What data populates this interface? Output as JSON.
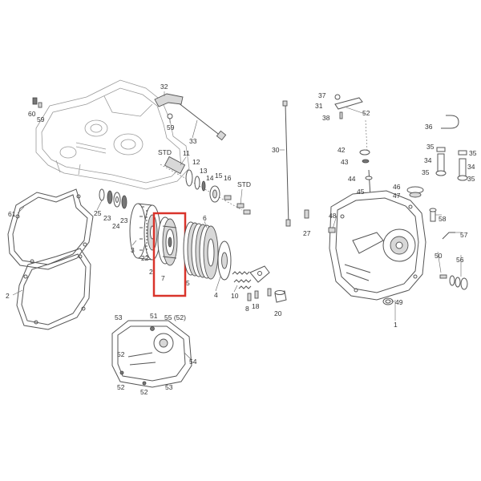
{
  "colors": {
    "line": "#555555",
    "highlight": "#d9342b",
    "background": "#ffffff"
  },
  "callouts": [
    "32",
    "59",
    "33",
    "60",
    "59",
    "STD",
    "11",
    "12",
    "13",
    "14",
    "15",
    "16",
    "STD",
    "25",
    "23",
    "24",
    "23",
    "6",
    "3",
    "22",
    "2",
    "7",
    "5",
    "4",
    "10",
    "8",
    "18",
    "20",
    "30",
    "37",
    "31",
    "52",
    "38",
    "36",
    "35",
    "35",
    "42",
    "43",
    "34",
    "34",
    "35",
    "35",
    "44",
    "45",
    "46",
    "47",
    "48",
    "58",
    "27",
    "57",
    "50",
    "56",
    "49",
    "1",
    "61",
    "2",
    "53",
    "51",
    "55 (52)",
    "52",
    "54",
    "52",
    "52",
    "53"
  ]
}
